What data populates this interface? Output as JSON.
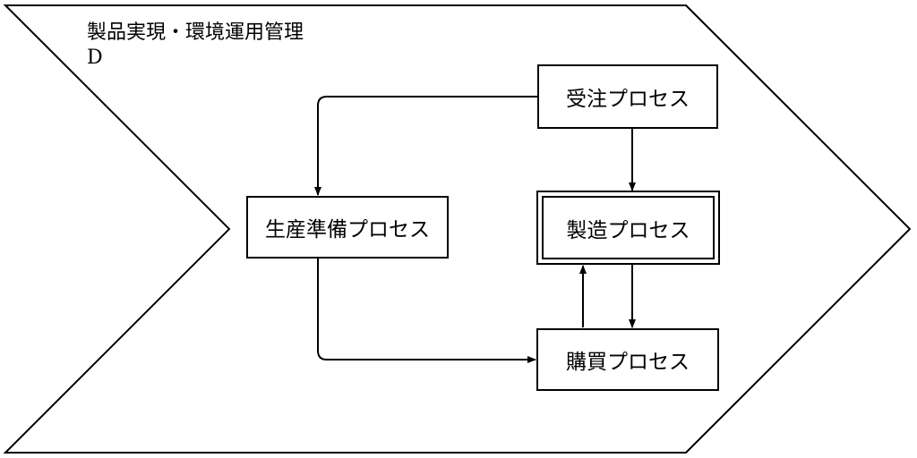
{
  "title": {
    "main": "製品実現・環境運用管理",
    "sub": "D"
  },
  "processes": {
    "order": "受注プロセス",
    "production_prep": "生産準備プロセス",
    "manufacturing": "製造プロセス",
    "purchasing": "購買プロセス"
  },
  "colors": {
    "stroke": "#000000",
    "background": "#ffffff"
  }
}
